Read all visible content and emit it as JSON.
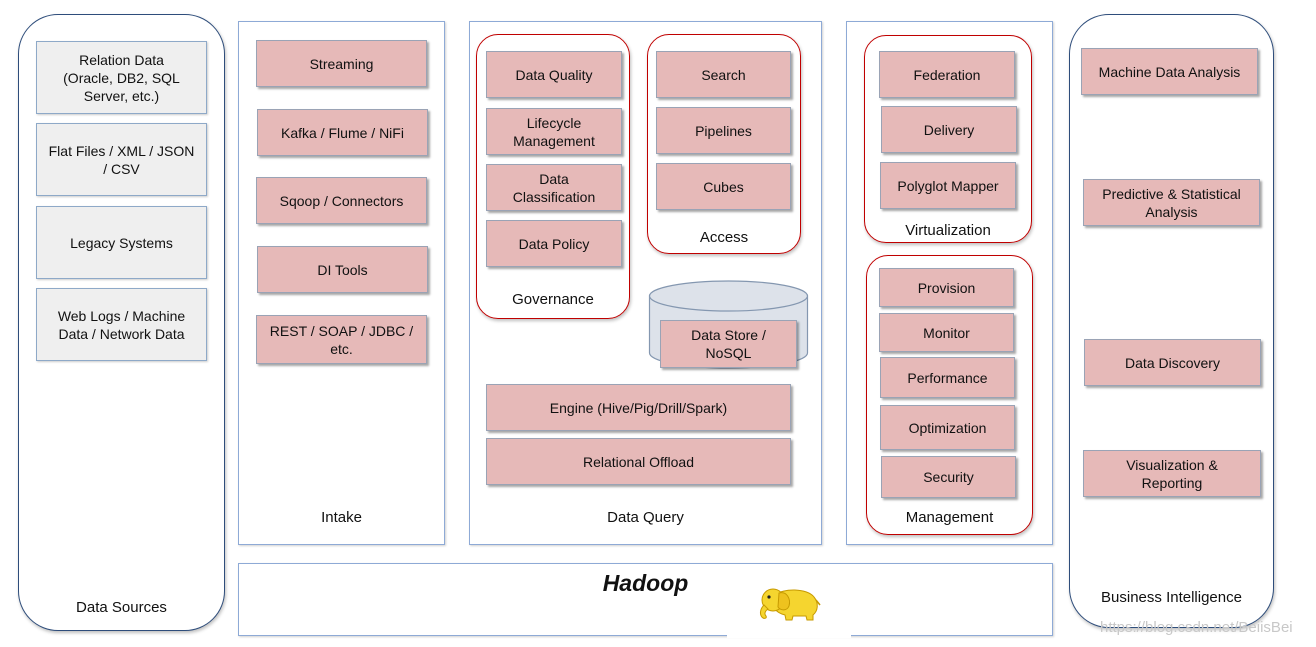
{
  "colors": {
    "box_fill": "#e6b9b8",
    "box_border": "#9aa3b5",
    "source_box_fill": "#efefef",
    "source_box_border": "#8ea9c8",
    "panel_border": "#8eaad6",
    "group_border": "#c00000",
    "column_border": "#2e4d7b",
    "cylinder_fill": "#dde2ea",
    "logo_yellow": "#f5d52f",
    "watermark": "#c8c8c8"
  },
  "data_sources": {
    "label": "Data Sources",
    "items": [
      "Relation Data\n(Oracle, DB2, SQL\nServer, etc.)",
      "Flat Files / XML / JSON\n/ CSV",
      "Legacy Systems",
      "Web Logs / Machine\nData / Network Data"
    ]
  },
  "intake": {
    "label": "Intake",
    "items": [
      "Streaming",
      "Kafka / Flume / NiFi",
      "Sqoop / Connectors",
      "DI Tools",
      "REST / SOAP / JDBC /\netc."
    ]
  },
  "data_query": {
    "label": "Data Query",
    "governance": {
      "label": "Governance",
      "items": [
        "Data Quality",
        "Lifecycle\nManagement",
        "Data\nClassification",
        "Data Policy"
      ]
    },
    "access": {
      "label": "Access",
      "items": [
        "Search",
        "Pipelines",
        "Cubes"
      ]
    },
    "data_store": "Data Store /\nNoSQL",
    "engine": "Engine (Hive/Pig/Drill/Spark)",
    "relational_offload": "Relational Offload"
  },
  "virtualization": {
    "label": "Virtualization",
    "items": [
      "Federation",
      "Delivery",
      "Polyglot Mapper"
    ]
  },
  "management": {
    "label": "Management",
    "items": [
      "Provision",
      "Monitor",
      "Performance",
      "Optimization",
      "Security"
    ]
  },
  "business_intelligence": {
    "label": "Business Intelligence",
    "items": [
      "Machine Data Analysis",
      "Predictive & Statistical\nAnalysis",
      "Data Discovery",
      "Visualization &\nReporting"
    ]
  },
  "hadoop": {
    "label": "Hadoop",
    "logo_icon": "hadoop-elephant-logo"
  },
  "watermark": "https://blog.csdn.net/BeiisBei"
}
